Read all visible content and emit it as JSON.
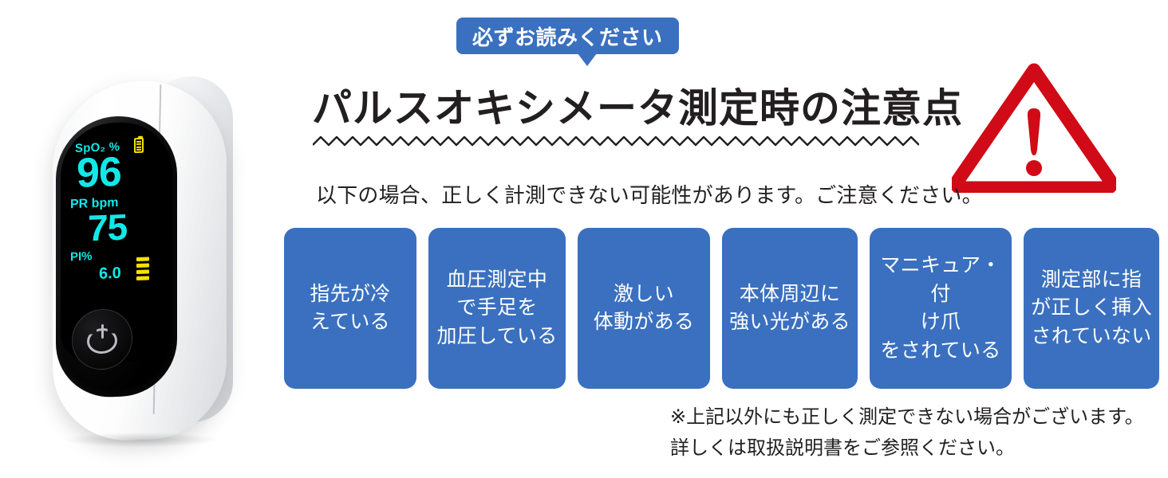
{
  "bubble": {
    "text": "必ずお読みください"
  },
  "title": {
    "text": "パルスオキシメータ測定時の注意点"
  },
  "subtitle": {
    "text": "以下の場合、正しく計測できない可能性があります。ご注意ください。"
  },
  "warning_icon": {
    "name": "warning-triangle-icon",
    "color": "#d00a16"
  },
  "theme": {
    "accent_blue": "#3a70bf",
    "text_dark": "#231f20",
    "screen_cyan": "#13e8e8",
    "screen_yellow": "#f5e002"
  },
  "device": {
    "name": "pulse-oximeter",
    "display": {
      "spo2_label": "SpO₂ %",
      "spo2_value": "96",
      "pr_label": "PR bpm",
      "pr_value": "75",
      "pi_label": "PI%",
      "pi_value": "6.0",
      "battery_icon": "battery-full-icon",
      "signal_bars_icon": "signal-bars-icon",
      "signal_bars_count": 4
    },
    "power_button_icon": "power-icon"
  },
  "cards": [
    {
      "id": "card-cold-fingertip",
      "text": "指先が冷\nえている"
    },
    {
      "id": "card-blood-pressure",
      "text": "血圧測定中\nで手足を\n加圧している"
    },
    {
      "id": "card-body-motion",
      "text": "激しい\n体動がある"
    },
    {
      "id": "card-strong-light",
      "text": "本体周辺に\n強い光がある"
    },
    {
      "id": "card-nail-polish",
      "text": "マニキュア・付\nけ爪\nをされている"
    },
    {
      "id": "card-finger-insertion",
      "text": "測定部に指\nが正しく挿入\nされていない"
    }
  ],
  "footer": {
    "line1": "※上記以外にも正しく測定できない場合がございます。",
    "line2": "詳しくは取扱説明書をご参照ください。"
  }
}
